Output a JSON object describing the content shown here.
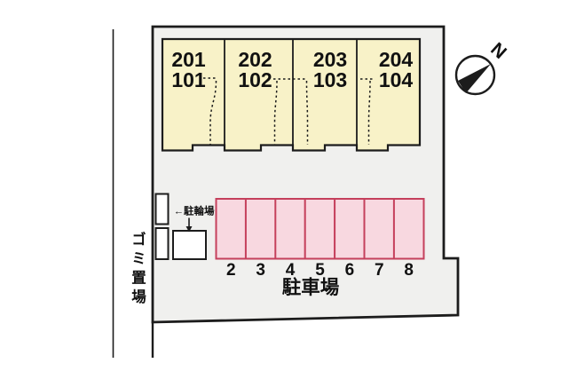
{
  "colors": {
    "line": "#1c1c1c",
    "site_fill": "#f0f0ee",
    "building_fill": "#f8f2c8",
    "stall_fill": "#f8d8e0",
    "stall_border": "#c5405c"
  },
  "building": {
    "units": [
      {
        "upper": "201",
        "lower": "101"
      },
      {
        "upper": "202",
        "lower": "102"
      },
      {
        "upper": "203",
        "lower": "103"
      },
      {
        "upper": "204",
        "lower": "104"
      }
    ]
  },
  "parking": {
    "label": "駐車場",
    "stall_numbers": [
      "2",
      "3",
      "4",
      "5",
      "6",
      "7",
      "8"
    ]
  },
  "bicycle": {
    "label": "←駐輪場"
  },
  "garbage": {
    "label": "ゴミ置場"
  },
  "compass": {
    "label": "N"
  }
}
